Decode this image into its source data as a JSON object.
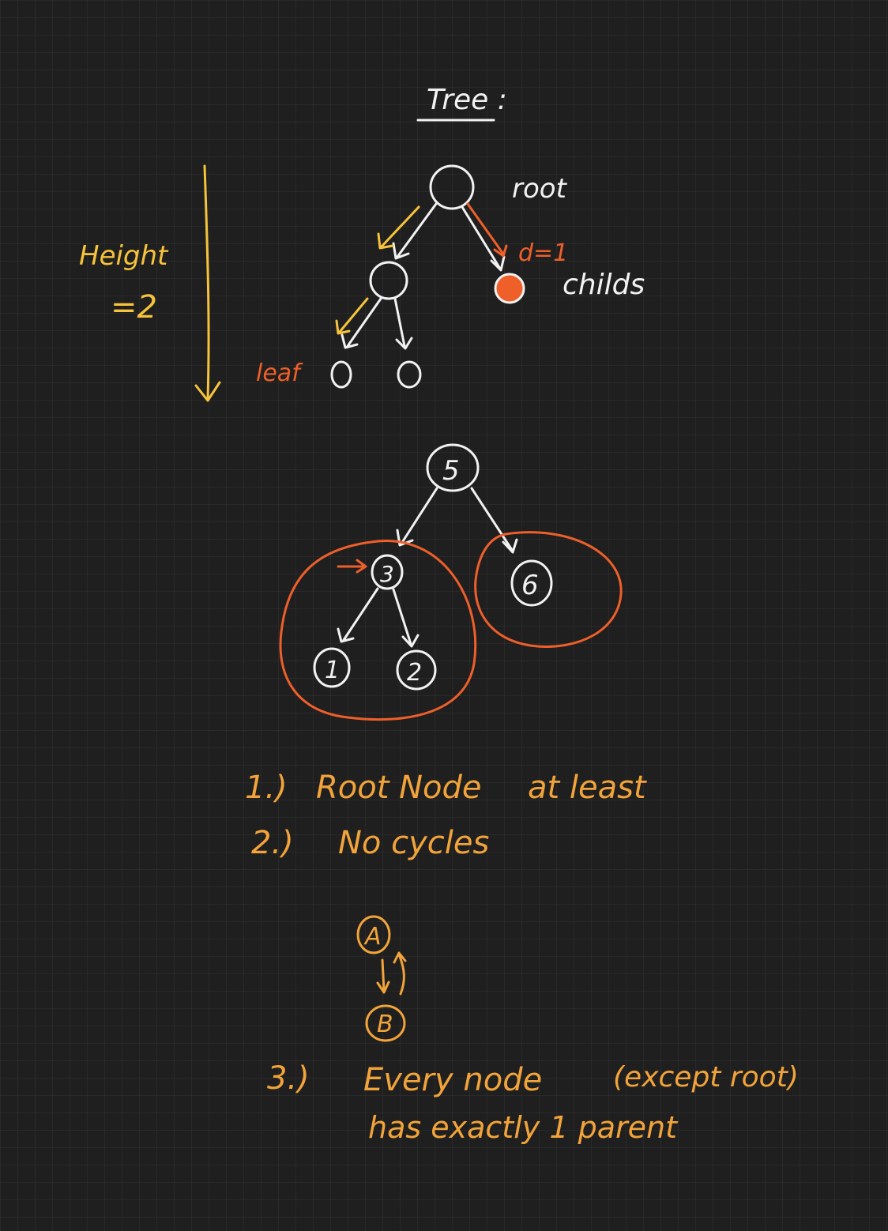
{
  "title": "Tree :",
  "tree1": {
    "root_label": "root",
    "childs_label": "childs",
    "leaf_label": "leaf",
    "depth_label": "d=1",
    "height_label": "Height",
    "height_value": "=2"
  },
  "tree2": {
    "nodes": [
      "5",
      "3",
      "6",
      "1",
      "2"
    ]
  },
  "rules": {
    "rule1_num": "1.)",
    "rule1_text": "Root Node",
    "rule1_suffix": "at least",
    "rule2_num": "2.)",
    "rule2_text": "No cycles",
    "cycle_nodes": [
      "A",
      "B"
    ],
    "rule3_num": "3.)",
    "rule3_line1_a": "Every node",
    "rule3_line1_b": "(except root)",
    "rule3_line2_a": "has exactly 1 parent"
  },
  "colors": {
    "background": "#1f1f1f",
    "white_ink": "#f2f2f2",
    "yellow_ink": "#f6c33a",
    "orange_ink": "#f2a43a",
    "red_ink": "#ee5f2a"
  }
}
